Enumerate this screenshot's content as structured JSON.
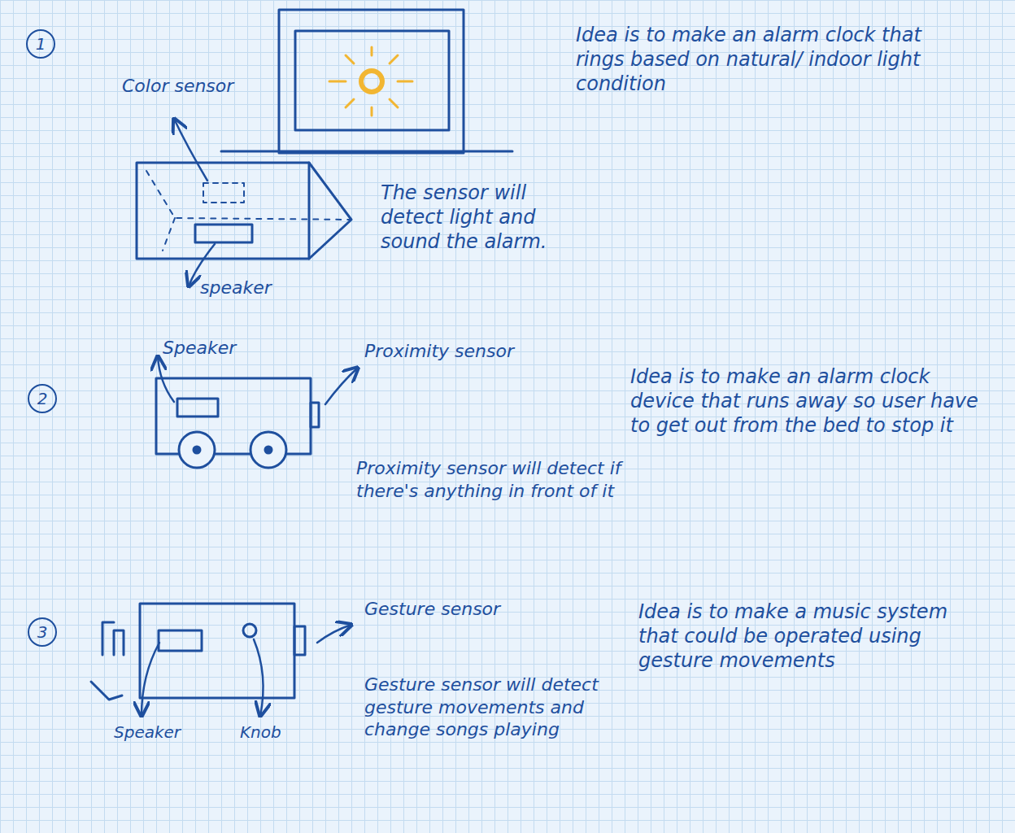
{
  "diagram": {
    "nodes": [
      {
        "text": [
          "1"
        ]
      },
      {
        "text": [
          "2"
        ]
      },
      {
        "text": [
          "3"
        ]
      }
    ],
    "labels": [
      "Color sensor",
      "speaker",
      "Idea is to make an alarm clock that rings based on natural/ indoor light condition",
      "The sensor will detect light and sound the alarm.",
      "Speaker",
      "Proximity sensor",
      "Idea is to make an alarm clock device that runs away so user have to get out from the bed to stop it",
      "Proximity sensor will detect if there's anything in front of it",
      "Gesture sensor",
      "Gesture sensor will detect gesture movements and change songs playing",
      "Idea is to make a music system that could be operated using gesture movements",
      "Speaker",
      "Knob"
    ]
  }
}
